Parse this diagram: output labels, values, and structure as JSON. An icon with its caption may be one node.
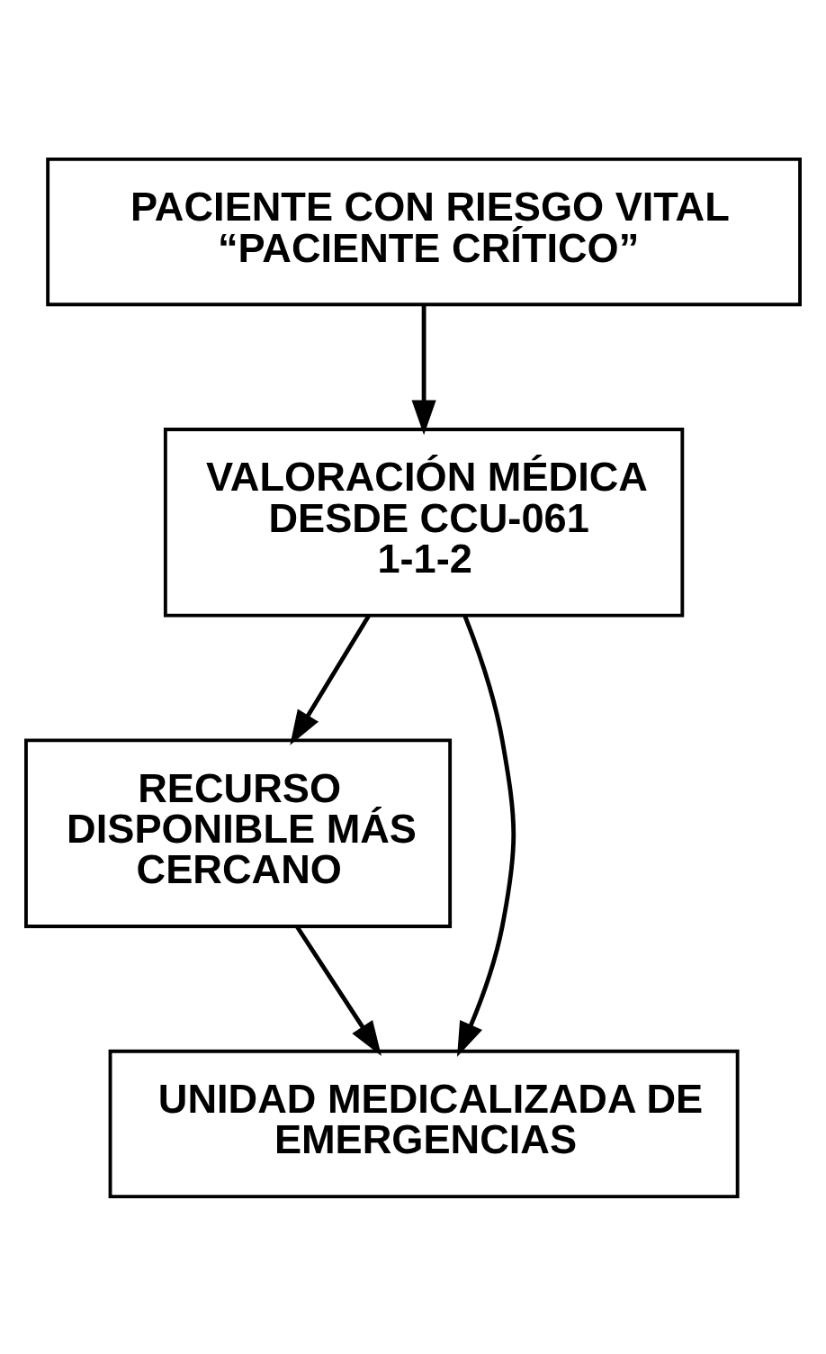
{
  "diagram": {
    "nodes": [
      {
        "text": [
          "PACIENTE CON RIESGO VITAL “PACIENTE CRÍTICO”"
        ]
      },
      {
        "text": [
          "VALORACIÓN MÉDICA DESDE CCU-061 1-1-2"
        ]
      },
      {
        "text": [
          "RECURSO DISPONIBLE MÁS CERCANO"
        ]
      },
      {
        "text": [
          "UNIDAD MEDICALIZADA DE EMERGENCIAS"
        ]
      }
    ],
    "edges": [
      {
        "from": 0,
        "to": 1,
        "arrow": "to"
      },
      {
        "from": 1,
        "to": 2,
        "arrow": "to"
      },
      {
        "from": 2,
        "to": 3,
        "arrow": "to"
      },
      {
        "from": 1,
        "to": 3,
        "arrow": "to"
      }
    ]
  }
}
